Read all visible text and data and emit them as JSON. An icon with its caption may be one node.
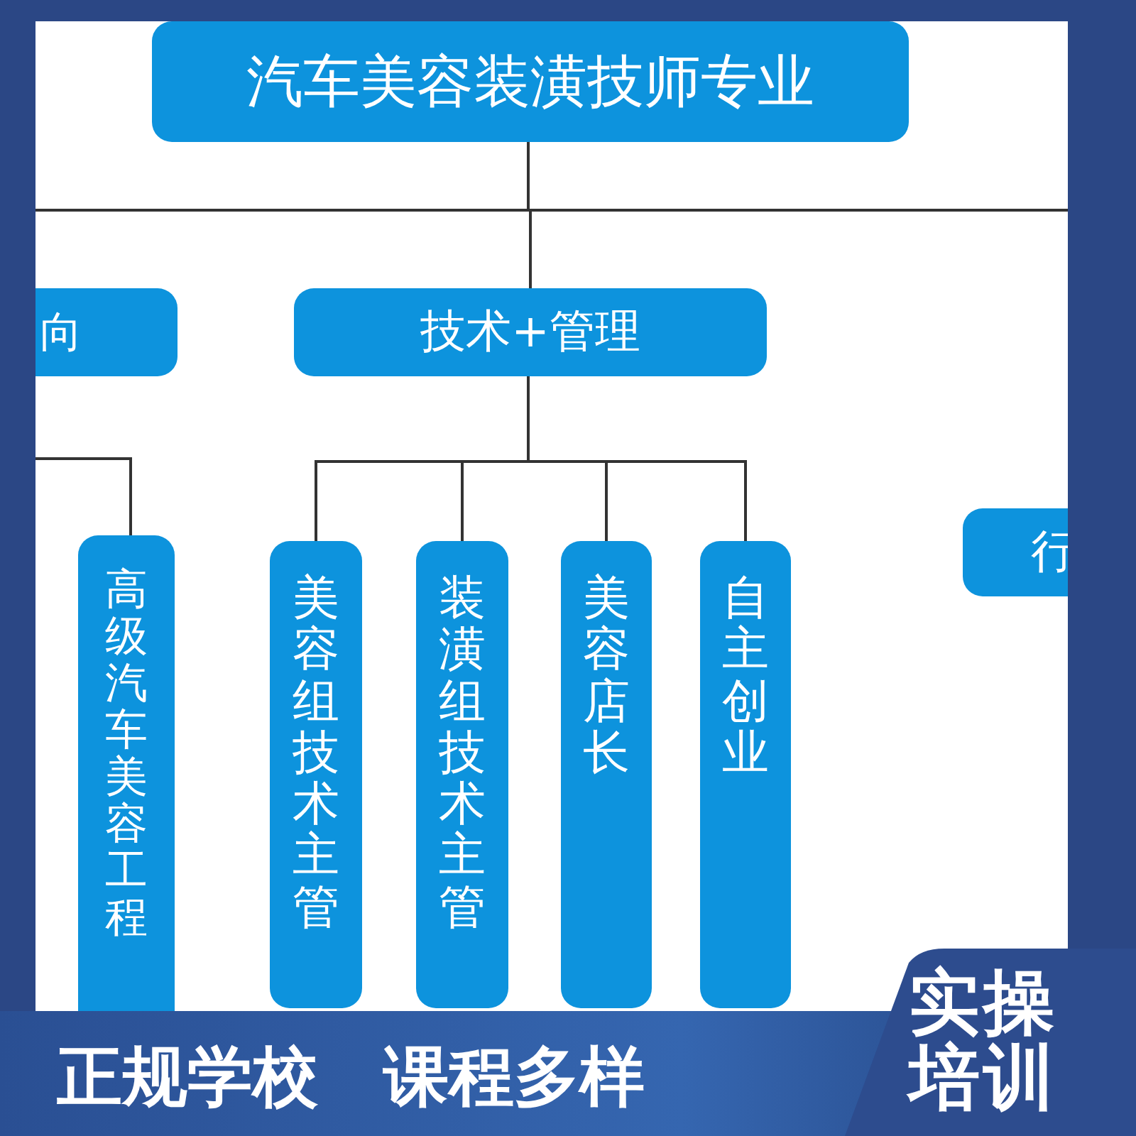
{
  "diagram": {
    "nodes": [
      {
        "text": [
          "汽车美容装潢技师专业"
        ]
      },
      {
        "text": [
          "向"
        ]
      },
      {
        "text": [
          "技术+管理"
        ]
      },
      {
        "text": [
          "行"
        ]
      },
      {
        "text": [
          "高级汽车美容工程"
        ]
      },
      {
        "text": [
          "美容组技术主管"
        ]
      },
      {
        "text": [
          "装潢组技术主管"
        ]
      },
      {
        "text": [
          "美容店长"
        ]
      },
      {
        "text": [
          "自主创业"
        ]
      }
    ],
    "edges": [
      {
        "from": 0,
        "to": 1,
        "arrow": "none"
      },
      {
        "from": 0,
        "to": 2,
        "arrow": "none"
      },
      {
        "from": 0,
        "to": 3,
        "arrow": "none"
      },
      {
        "from": 1,
        "to": 4,
        "arrow": "none"
      },
      {
        "from": 2,
        "to": 5,
        "arrow": "none"
      },
      {
        "from": 2,
        "to": 6,
        "arrow": "none"
      },
      {
        "from": 2,
        "to": 7,
        "arrow": "none"
      },
      {
        "from": 2,
        "to": 8,
        "arrow": "none"
      }
    ],
    "labels": [
      "正规学校",
      "课程多样",
      "实操培训"
    ]
  }
}
